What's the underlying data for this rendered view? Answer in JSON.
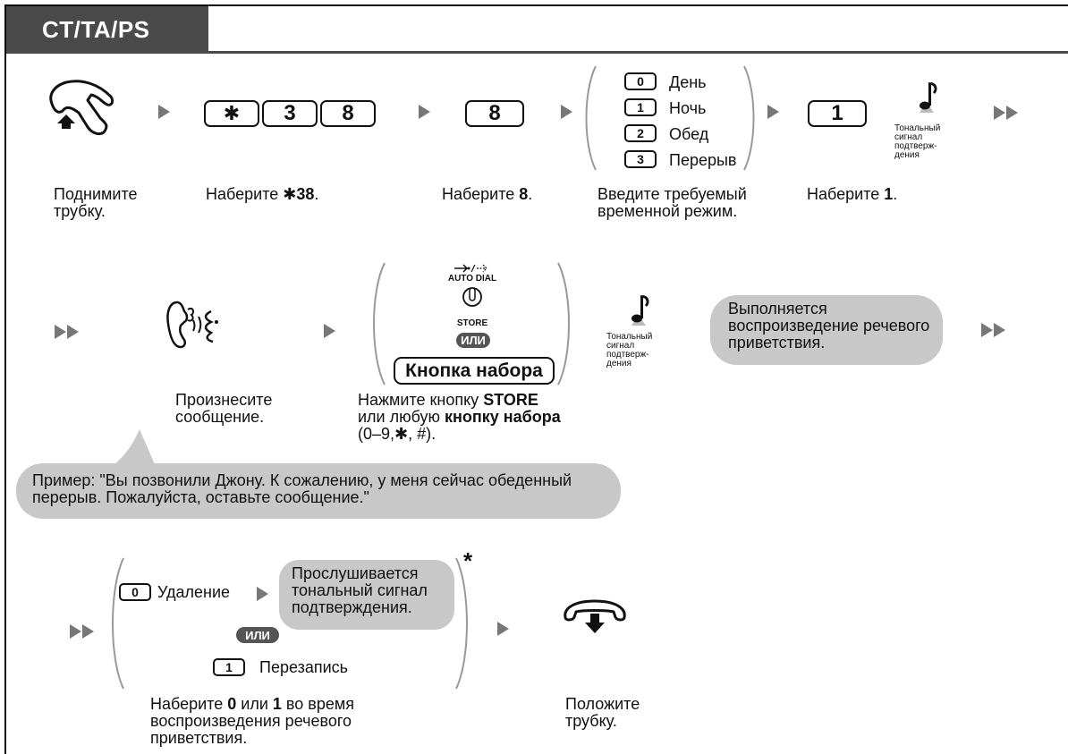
{
  "header": {
    "tab_title": "CT/TA/PS"
  },
  "row1": {
    "step1_caption": "Поднимите трубку.",
    "step2_keys": [
      "✱",
      "3",
      "8"
    ],
    "step2_caption_prefix": "Наберите ",
    "step2_caption_bold": "✱38",
    "step2_caption_suffix": ".",
    "step3_key": "8",
    "step3_caption_prefix": "Наберите ",
    "step3_caption_bold": "8",
    "step3_caption_suffix": ".",
    "modes": [
      {
        "key": "0",
        "label": "День"
      },
      {
        "key": "1",
        "label": "Ночь"
      },
      {
        "key": "2",
        "label": "Обед"
      },
      {
        "key": "3",
        "label": "Перерыв"
      }
    ],
    "step4_caption": "Введите требуемый временной режим.",
    "step5_key": "1",
    "step5_caption_prefix": "Наберите ",
    "step5_caption_bold": "1",
    "step5_caption_suffix": ".",
    "tone_label": "Тональный сигнал подтверж-дения"
  },
  "row2": {
    "speak_caption": "Произнесите сообщение.",
    "autodial_label": "AUTO DIAL",
    "store_label": "STORE",
    "or_label": "ИЛИ",
    "dial_button_label": "Кнопка набора",
    "press_caption_1": "Нажмите кнопку ",
    "press_caption_store": "STORE",
    "press_caption_2": "или любую ",
    "press_caption_dial": "кнопку набора",
    "press_caption_3": "(0–9,✱, #).",
    "tone_label": "Тональный сигнал подтверж-дения",
    "playback_bubble": "Выполняется воспроизведение речевого приветствия.",
    "example_bubble": "Пример: \"Вы позвонили Джону. К сожалению, у меня сейчас обеденный перерыв. Пожалуйста, оставьте сообщение.\""
  },
  "row3": {
    "delete_key": "0",
    "delete_label": "Удаление",
    "confirm_bubble": "Прослушивается тональный сигнал подтверждения.",
    "or_label": "ИЛИ",
    "rerecord_key": "1",
    "rerecord_label": "Перезапись",
    "asterisk": "*",
    "dial_caption_prefix": "Наберите ",
    "dial_caption_b1": "0",
    "dial_caption_mid": " или ",
    "dial_caption_b2": "1",
    "dial_caption_suffix": " во время воспроизведения речевого приветствия.",
    "hangup_caption": "Положите трубку."
  },
  "icons": [
    "handset-up-icon",
    "speaking-person-icon",
    "auto-dial-store-button-icon",
    "tone-note-icon",
    "handset-down-icon",
    "arrow-icon",
    "double-arrow-icon"
  ]
}
